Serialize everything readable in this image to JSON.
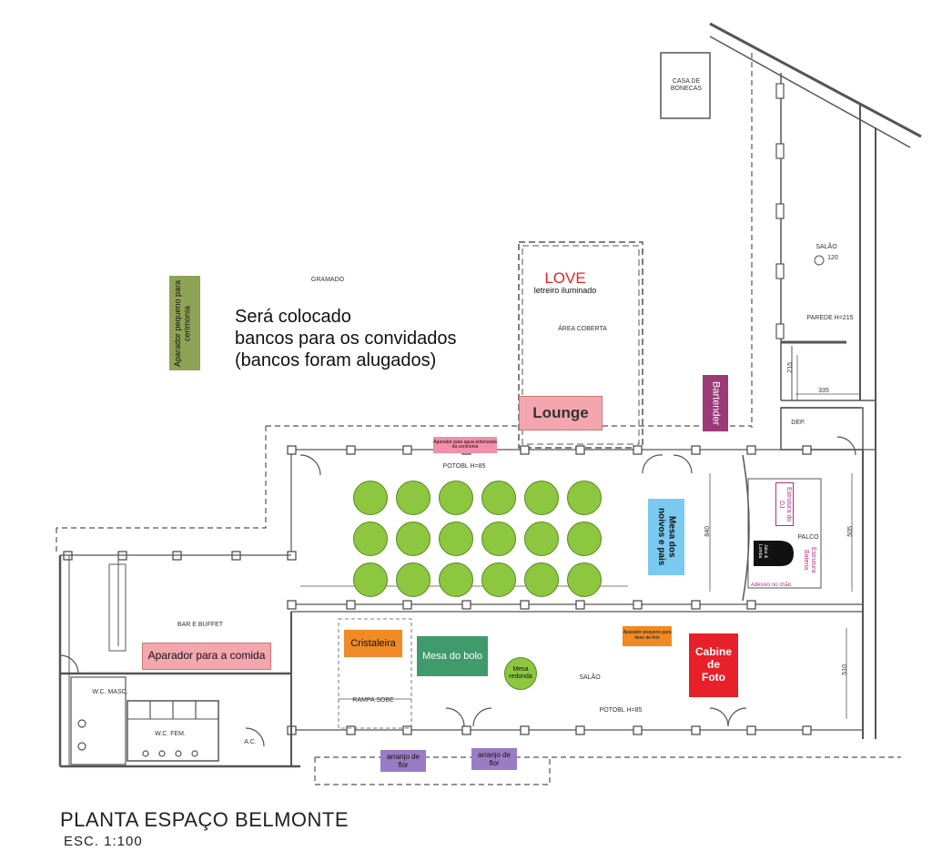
{
  "plan_labels": {
    "casa_bonecas": "CASA DE BONECAS",
    "gramado": "GRAMADO",
    "area_coberta": "ÁREA COBERTA",
    "salao_top": "SALÃO",
    "salao_top_num": "120",
    "parede": "PAREDE H=215",
    "dim_335": "335",
    "dim_215": "215",
    "dep": "DEP.",
    "potobl_top": "POTOBL H=85",
    "potobl_bottom": "POTOBL H=85",
    "palco": "PALCO",
    "bar_buffet": "BAR E BUFFET",
    "wc_masc": "W.C. MASC.",
    "wc_fem": "W.C. FEM.",
    "ac": "A.C.",
    "salao_bottom": "SALÃO",
    "rampa": "RAMPA SOBE",
    "dim_840": "840",
    "dim_505": "505",
    "dim_510": "510"
  },
  "love": {
    "title": "LOVE",
    "subtitle": "letreiro iluminado"
  },
  "note_lines": [
    "Será colocado",
    "bancos para os convidados",
    "(bancos foram alugados)"
  ],
  "items": {
    "aparador_cerimonia": "Aparador pequeno para cerimonia",
    "lounge": "Lounge",
    "bartender": "Bartender",
    "aparador_agua": "Aparador para agua arborizada da cerimonia",
    "mesa_noivos": "Mesa dos noivos e pais",
    "estrutura_dj": "Estrutura do DJ",
    "estrutura_bateria": "Estrutura Bateria",
    "piano": "Jake & Lomba",
    "adesivo": "Adesivo no chão",
    "cristaleira": "Cristaleira",
    "mesa_bolo": "Mesa do bolo",
    "mesa_redonda": "Mesa redonda",
    "aparador_foto": "Aparador pequeno para itens de foto",
    "cabine_foto": "Cabine de Foto",
    "aparador_comida": "Aparador para a comida",
    "arranjo_1": "arranjo de flor",
    "arranjo_2": "arranjo de flor"
  },
  "guest_tables": {
    "rows": 3,
    "cols": 6
  },
  "title": {
    "main": "PLANTA ESPAÇO BELMONTE",
    "scale": "ESC. 1:100"
  },
  "colors": {
    "aparador_cerimonia": "#8fa356",
    "lounge": "#f4a6ae",
    "bartender": "#9a3b78",
    "aparador_agua": "#f28fab",
    "mesa_noivos": "#79c9f0",
    "cristaleira": "#f08a24",
    "mesa_bolo": "#3f9a6c",
    "mesa_redonda": "#8dc63f",
    "aparador_foto": "#f08a24",
    "cabine_foto": "#e8202a",
    "aparador_comida": "#f4a6ae",
    "arranjo": "#9a7cc4",
    "table": "#8dc63f",
    "love": "#e82020"
  }
}
